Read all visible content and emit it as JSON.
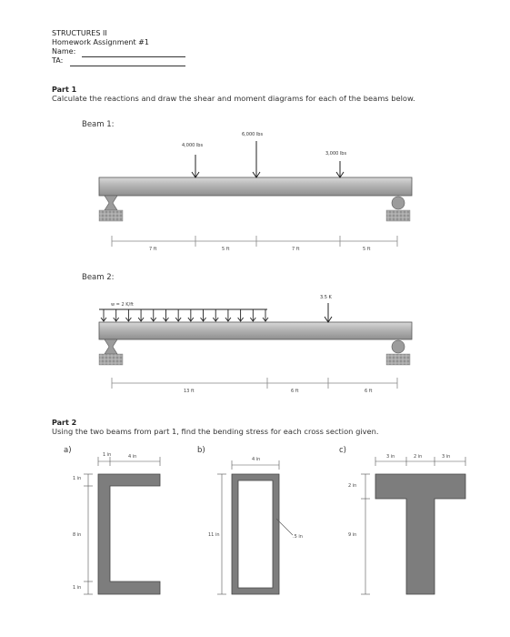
{
  "header": {
    "course": "STRUCTURES II",
    "assignment": "Homework Assignment #1",
    "name_label": "Name:",
    "ta_label": "TA:"
  },
  "part1": {
    "title": "Part 1",
    "instructions": "Calculate the reactions and draw the shear and moment diagrams for each of the beams below."
  },
  "beam1": {
    "label": "Beam 1:",
    "loads": [
      "4,000 lbs",
      "6,000 lbs",
      "3,000 lbs"
    ],
    "spans": [
      "7 ft",
      "5 ft",
      "7 ft",
      "5 ft"
    ]
  },
  "beam2": {
    "label": "Beam 2:",
    "distributed_load": "w = 2 K/ft",
    "point_load": "3.5 K",
    "spans": [
      "13 ft",
      "6 ft",
      "6 ft"
    ]
  },
  "part2": {
    "title": "Part 2",
    "instructions": "Using the two beams from part 1, find the bending stress for each cross section given."
  },
  "sections": {
    "a": {
      "label": "a)",
      "dims": [
        "1 in",
        "4 in",
        "1 in",
        "8 in",
        "1 in"
      ]
    },
    "b": {
      "label": "b)",
      "dims": [
        "4 in",
        "11 in",
        ".5 in"
      ]
    },
    "c": {
      "label": "c)",
      "dims": [
        "3 in",
        "2 in",
        "3 in",
        "2 in",
        "9 in"
      ]
    }
  },
  "colors": {
    "beam_fill": "#aeaeae",
    "section_fill": "#7d7d7d",
    "ground": "#9a9a9a"
  }
}
